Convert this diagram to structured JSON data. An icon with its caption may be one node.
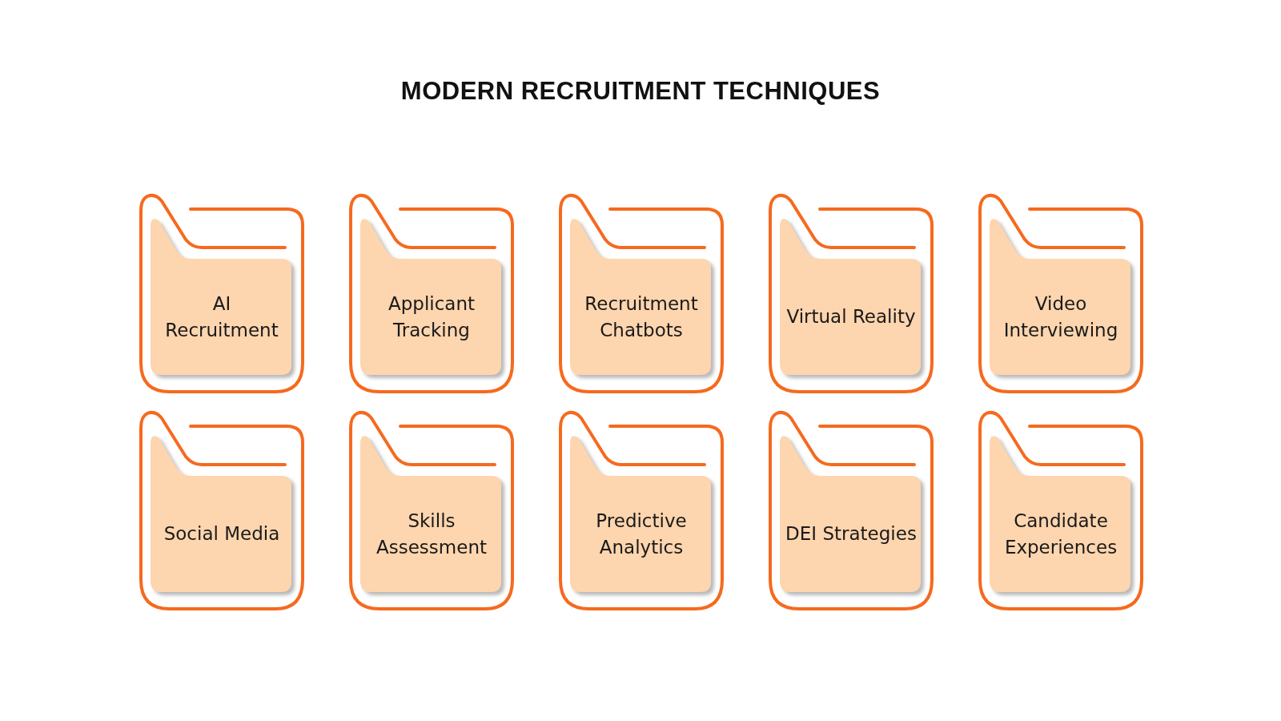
{
  "diagram": {
    "title": "MODERN RECRUITMENT TECHNIQUES",
    "nodes": [
      {
        "text": [
          "AI Recruitment"
        ]
      },
      {
        "text": [
          "Applicant Tracking"
        ]
      },
      {
        "text": [
          "Recruitment Chatbots"
        ]
      },
      {
        "text": [
          "Virtual Reality"
        ]
      },
      {
        "text": [
          "Video Interviewing"
        ]
      },
      {
        "text": [
          "Social Media"
        ]
      },
      {
        "text": [
          "Skills Assessment"
        ]
      },
      {
        "text": [
          "Predictive Analytics"
        ]
      },
      {
        "text": [
          "DEI Strategies"
        ]
      },
      {
        "text": [
          "Candidate Experiences"
        ]
      }
    ]
  }
}
